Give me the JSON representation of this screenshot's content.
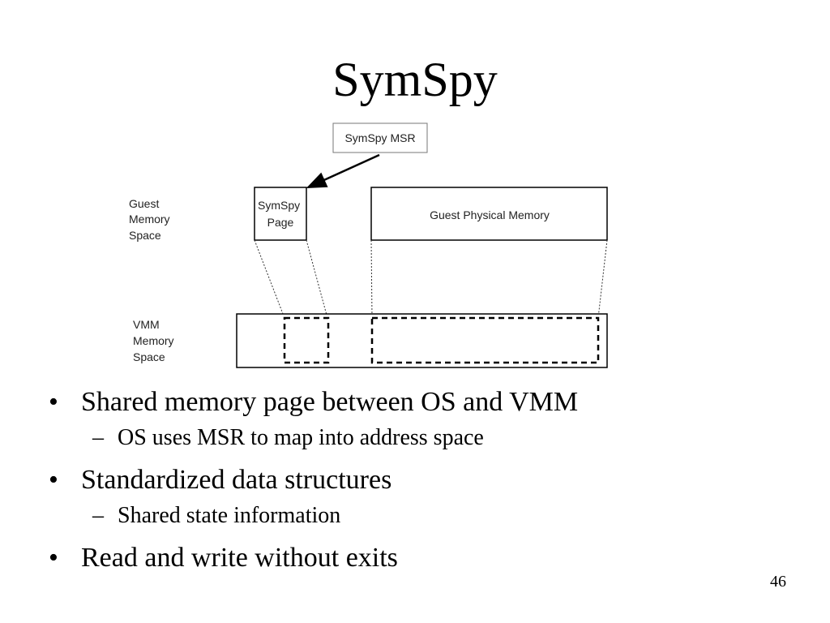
{
  "slide": {
    "title": "SymSpy",
    "page_number": "46"
  },
  "diagram": {
    "msr_label": "SymSpy MSR",
    "guest_space_label": [
      "Guest",
      "Memory",
      "Space"
    ],
    "symspy_page_label": [
      "SymSpy",
      "Page"
    ],
    "guest_physical_label": "Guest Physical Memory",
    "vmm_space_label": [
      "VMM",
      "Memory",
      "Space"
    ]
  },
  "bullets": [
    {
      "text": "Shared memory page between OS and VMM",
      "sub": [
        "OS uses MSR to map into address space"
      ]
    },
    {
      "text": "Standardized data structures",
      "sub": [
        "Shared state information"
      ]
    },
    {
      "text": "Read and write without exits",
      "sub": []
    }
  ]
}
